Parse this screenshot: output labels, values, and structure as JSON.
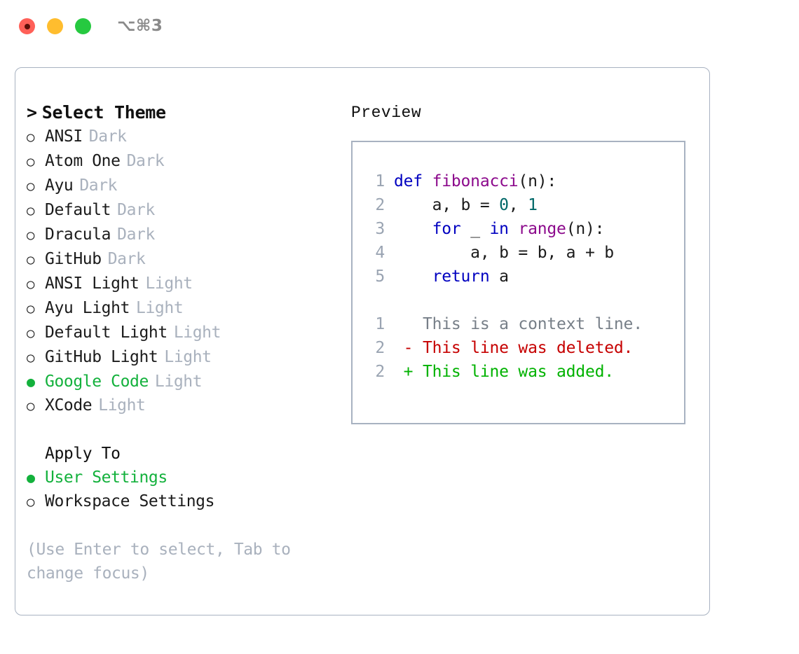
{
  "titlebar": {
    "shortcut": "⌥⌘3",
    "lights": [
      {
        "name": "close",
        "color": "#ff6058"
      },
      {
        "name": "minimize",
        "color": "#ffbd2e"
      },
      {
        "name": "zoom",
        "color": "#26c940"
      }
    ]
  },
  "theme_selector": {
    "title": "Select Theme",
    "caret": ">",
    "bullet_on": "●",
    "bullet_off": "○",
    "options": [
      {
        "label": "ANSI",
        "tag": "Dark",
        "selected": false
      },
      {
        "label": "Atom One",
        "tag": "Dark",
        "selected": false
      },
      {
        "label": "Ayu",
        "tag": "Dark",
        "selected": false
      },
      {
        "label": "Default",
        "tag": "Dark",
        "selected": false
      },
      {
        "label": "Dracula",
        "tag": "Dark",
        "selected": false
      },
      {
        "label": "GitHub",
        "tag": "Dark",
        "selected": false
      },
      {
        "label": "ANSI Light",
        "tag": "Light",
        "selected": false
      },
      {
        "label": "Ayu Light",
        "tag": "Light",
        "selected": false
      },
      {
        "label": "Default Light",
        "tag": "Light",
        "selected": false
      },
      {
        "label": "GitHub Light",
        "tag": "Light",
        "selected": false
      },
      {
        "label": "Google Code",
        "tag": "Light",
        "selected": true
      },
      {
        "label": "XCode",
        "tag": "Light",
        "selected": false
      }
    ]
  },
  "apply_to": {
    "title": "Apply To",
    "options": [
      {
        "label": "User Settings",
        "selected": true
      },
      {
        "label": "Workspace Settings",
        "selected": false
      }
    ]
  },
  "hint": "(Use Enter to select, Tab to change focus)",
  "preview": {
    "title": "Preview",
    "code_lines": [
      {
        "no": "1",
        "tokens": [
          {
            "text": "def ",
            "type": "kw"
          },
          {
            "text": "fibonacci",
            "type": "fn"
          },
          {
            "text": "(n):",
            "type": "plain"
          }
        ]
      },
      {
        "no": "2",
        "tokens": [
          {
            "text": "    a, b = ",
            "type": "plain"
          },
          {
            "text": "0",
            "type": "num"
          },
          {
            "text": ", ",
            "type": "plain"
          },
          {
            "text": "1",
            "type": "num"
          }
        ]
      },
      {
        "no": "3",
        "tokens": [
          {
            "text": "    ",
            "type": "plain"
          },
          {
            "text": "for",
            "type": "kw"
          },
          {
            "text": " _ ",
            "type": "plain"
          },
          {
            "text": "in",
            "type": "kw"
          },
          {
            "text": " ",
            "type": "plain"
          },
          {
            "text": "range",
            "type": "fn"
          },
          {
            "text": "(n):",
            "type": "plain"
          }
        ]
      },
      {
        "no": "4",
        "tokens": [
          {
            "text": "        a, b = b, a + b",
            "type": "plain"
          }
        ]
      },
      {
        "no": "5",
        "tokens": [
          {
            "text": "    ",
            "type": "plain"
          },
          {
            "text": "return",
            "type": "kw"
          },
          {
            "text": " a",
            "type": "plain"
          }
        ]
      }
    ],
    "diff_lines": [
      {
        "no": "1",
        "marker": " ",
        "text": "This is a context line.",
        "kind": "ctx"
      },
      {
        "no": "2",
        "marker": "-",
        "text": "This line was deleted.",
        "kind": "del"
      },
      {
        "no": "2",
        "marker": "+",
        "text": "This line was added.",
        "kind": "add"
      }
    ]
  },
  "colors": {
    "accent_green": "#13b13c",
    "muted": "#a9b1bd",
    "border": "#a8b2c1",
    "keyword": "#0000c0",
    "function": "#8c0a8c",
    "number": "#006868",
    "diff_context": "#777f88",
    "diff_deleted": "#c60000",
    "diff_added": "#00b200"
  }
}
